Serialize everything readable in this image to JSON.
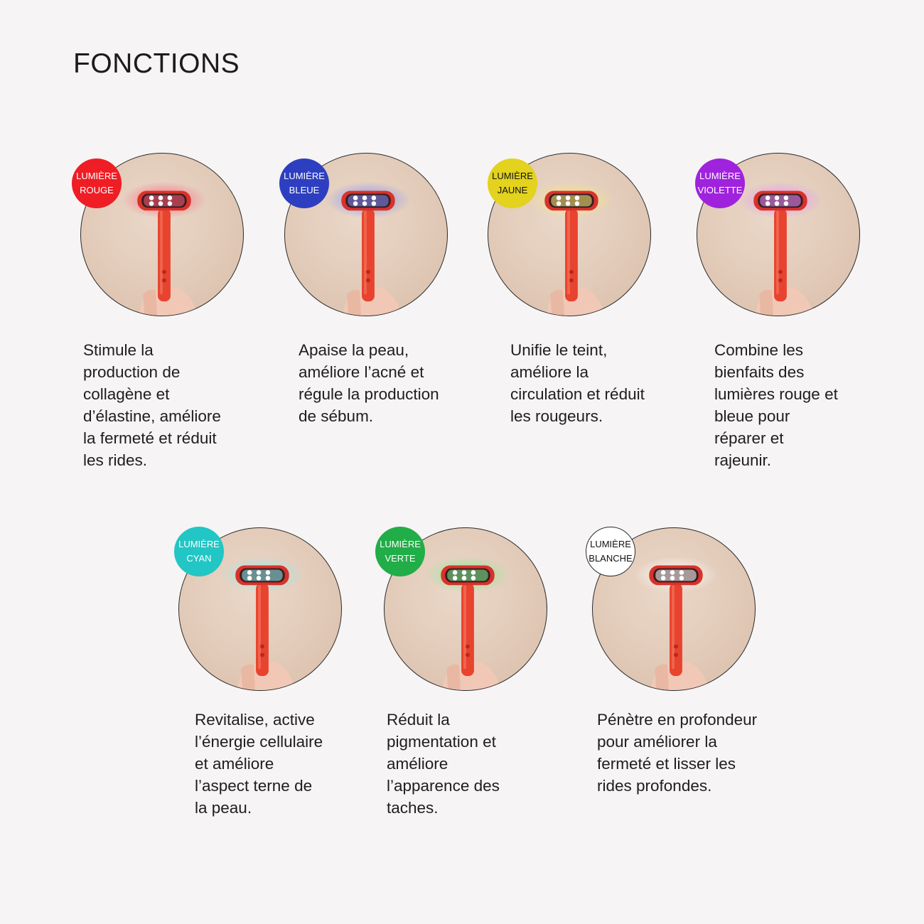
{
  "page": {
    "title": "FONCTIONS"
  },
  "lights": [
    {
      "badge_line1": "LUMIÈRE",
      "badge_line2": "ROUGE",
      "badge_color": "#ef1d24",
      "led_color": "#ff5c78",
      "badge_text_color": "#ffffff",
      "description": "Stimule la\nproduction de\ncollagène et\nd’élastine, améliore\nla fermeté et réduit\nles rides."
    },
    {
      "badge_line1": "LUMIÈRE",
      "badge_line2": "BLEUE",
      "badge_color": "#2d3fc0",
      "led_color": "#7b8cff",
      "badge_text_color": "#ffffff",
      "description": "Apaise la peau,\naméliore l’acné et\nrégule la production\nde sébum."
    },
    {
      "badge_line1": "LUMIÈRE",
      "badge_line2": "JAUNE",
      "badge_color": "#e3d21e",
      "led_color": "#f5ec7a",
      "badge_text_color": "#111111",
      "description": "Unifie le teint,\naméliore la\ncirculation et réduit\nles rougeurs."
    },
    {
      "badge_line1": "LUMIÈRE",
      "badge_line2": "VIOLETTE",
      "badge_color": "#9f22dd",
      "led_color": "#e58cff",
      "badge_text_color": "#ffffff",
      "description": "Combine les\nbienfaits des\nlumières rouge et\nbleue pour\nréparer et\nrajeunir."
    },
    {
      "badge_line1": "LUMIÈRE",
      "badge_line2": "CYAN",
      "badge_color": "#22c6c4",
      "led_color": "#8feeef",
      "badge_text_color": "#ffffff",
      "description": "Revitalise, active\nl’énergie cellulaire\net améliore\nl’aspect terne de\nla peau."
    },
    {
      "badge_line1": "LUMIÈRE",
      "badge_line2": "VERTE",
      "badge_color": "#21ad47",
      "led_color": "#7af08f",
      "badge_text_color": "#ffffff",
      "description": "Réduit la\npigmentation et\naméliore\nl’apparence des\ntaches."
    },
    {
      "badge_line1": "LUMIÈRE",
      "badge_line2": "BLANCHE",
      "badge_color": "#ffffff",
      "led_color": "#ffffff",
      "badge_text_color": "#111111",
      "description": "Pénètre en profondeur\npour améliorer la\nfermeté et lisser les\nrides profondes."
    }
  ]
}
